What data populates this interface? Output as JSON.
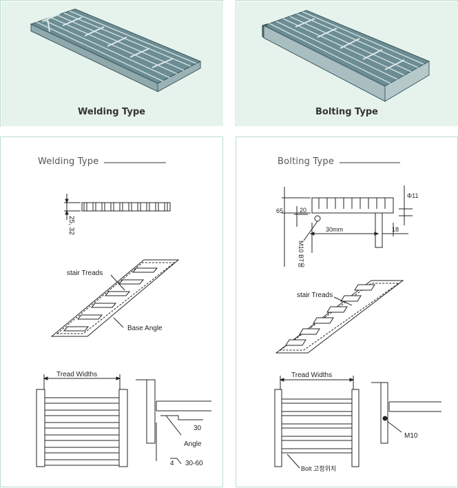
{
  "photos": {
    "welding_caption": "Welding Type",
    "bolting_caption": "Bolting Type"
  },
  "welding": {
    "title": "Welding Type",
    "dim_height": "25, 32",
    "label_stair_treads": "stair Treads",
    "label_base_angle": "Base Angle",
    "label_tread_widths": "Tread Widths",
    "label_30": "30",
    "label_angle": "Angle",
    "label_weld": "4",
    "label_30_60": "30-60"
  },
  "bolting": {
    "title": "Bolting Type",
    "dim_65": "65",
    "dim_20": "20",
    "dim_phi11": "Φ11",
    "dim_30mm": "30mm",
    "dim_18": "18",
    "dim_m10_bolt": "M10 BT용",
    "label_stair_treads": "stair Treads",
    "label_tread_widths": "Tread Widths",
    "label_m10": "M10",
    "label_bolt_pos": "Bolt 고정위치"
  },
  "colors": {
    "panel_border": "#b9dccb",
    "photo_bg": "#e6f3ec",
    "grating": "#5d7f86"
  }
}
